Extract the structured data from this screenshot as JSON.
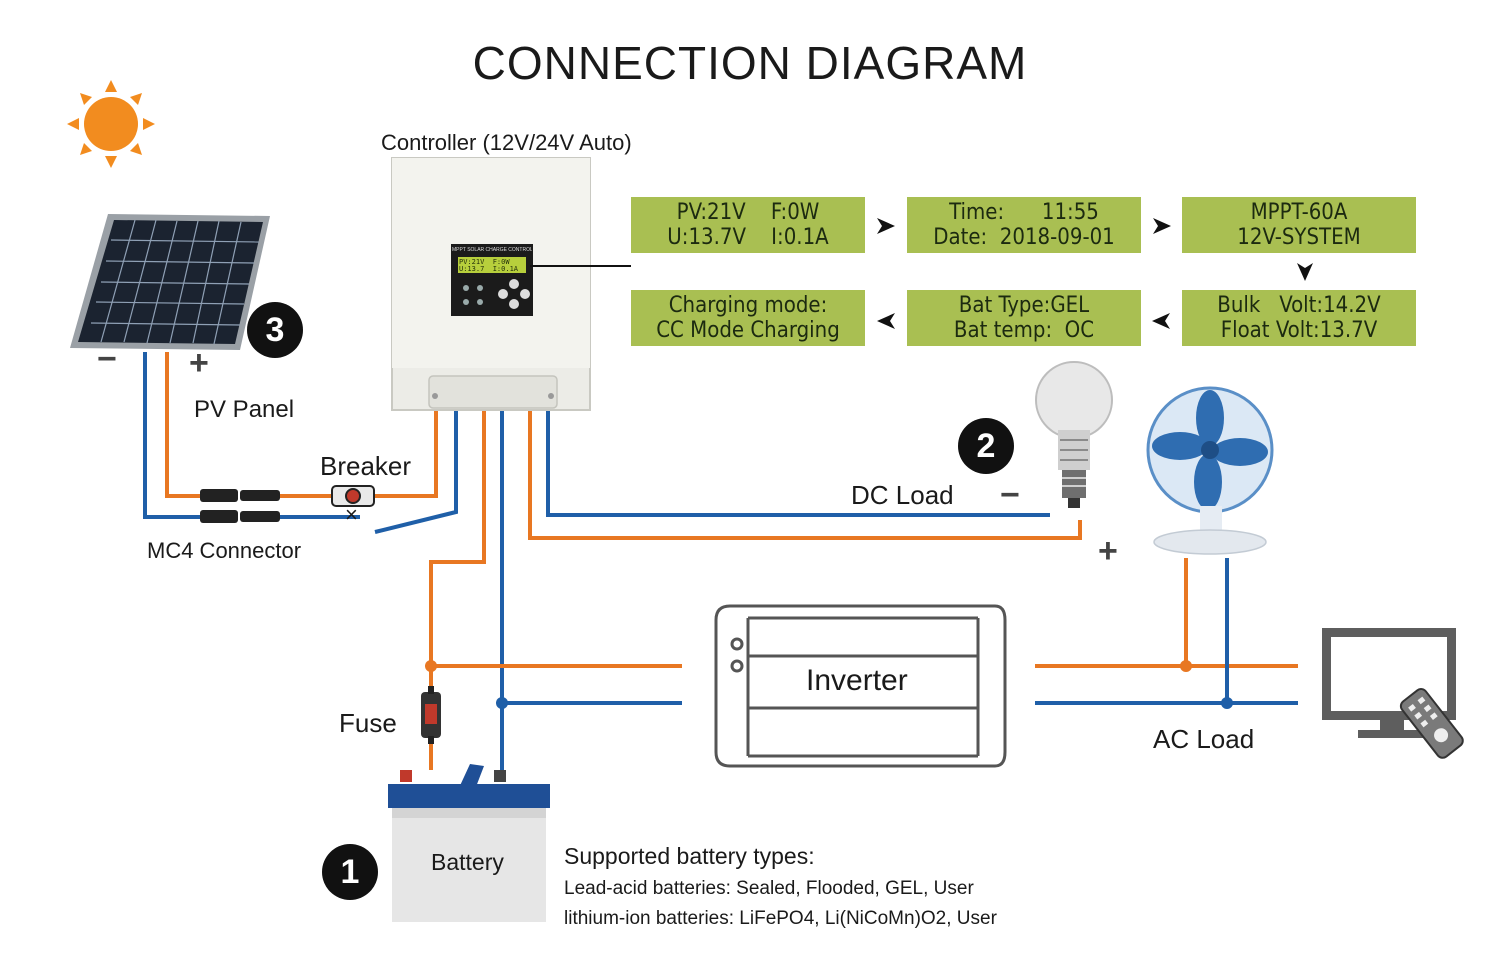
{
  "title": "CONNECTION DIAGRAM",
  "colors": {
    "positive_wire": "#e87722",
    "negative_wire": "#1f5fa8",
    "lcd_bg": "#a9bf52",
    "sun": "#f28c1f"
  },
  "labels": {
    "controller": "Controller (12V/24V Auto)",
    "pv_panel": "PV Panel",
    "breaker": "Breaker",
    "mc4": "MC4 Connector",
    "dc_load": "DC Load",
    "fuse": "Fuse",
    "battery": "Battery",
    "inverter": "Inverter",
    "ac_load": "AC Load",
    "minus": "−",
    "plus": "+",
    "x_mark": "×"
  },
  "badges": [
    "1",
    "2",
    "3"
  ],
  "controller_device": {
    "header": "MPPT SOLAR CHARGE CONTROLLER",
    "lcd_line1": "PV:21V  F:0W",
    "lcd_line2": "U:13.7  I:0.1A"
  },
  "screens": [
    {
      "line1": "PV:21V    F:0W",
      "line2": "U:13.7V    I:0.1A"
    },
    {
      "line1": "Time:      11:55",
      "line2": "Date:  2018-09-01"
    },
    {
      "line1": "MPPT-60A",
      "line2": "12V-SYSTEM"
    },
    {
      "line1": "Bulk   Volt:14.2V",
      "line2": "Float Volt:13.7V"
    },
    {
      "line1": "Bat Type:GEL",
      "line2": "Bat temp:  OC"
    },
    {
      "line1": "Charging mode:",
      "line2": "CC Mode Charging"
    }
  ],
  "battery_info": {
    "heading": "Supported battery types:",
    "line1": "Lead-acid batteries: Sealed, Flooded, GEL, User",
    "line2": "lithium-ion batteries: LiFePO4, Li(NiCoMn)O2, User"
  },
  "icons": [
    "sun-icon",
    "solar-panel-icon",
    "controller-icon",
    "bulb-icon",
    "fan-icon",
    "tv-icon",
    "remote-icon",
    "battery-icon",
    "inverter-icon",
    "fuse-icon",
    "breaker-icon",
    "mc4-connector-icon",
    "arrow-right-icon",
    "arrow-left-icon",
    "arrow-down-icon"
  ]
}
